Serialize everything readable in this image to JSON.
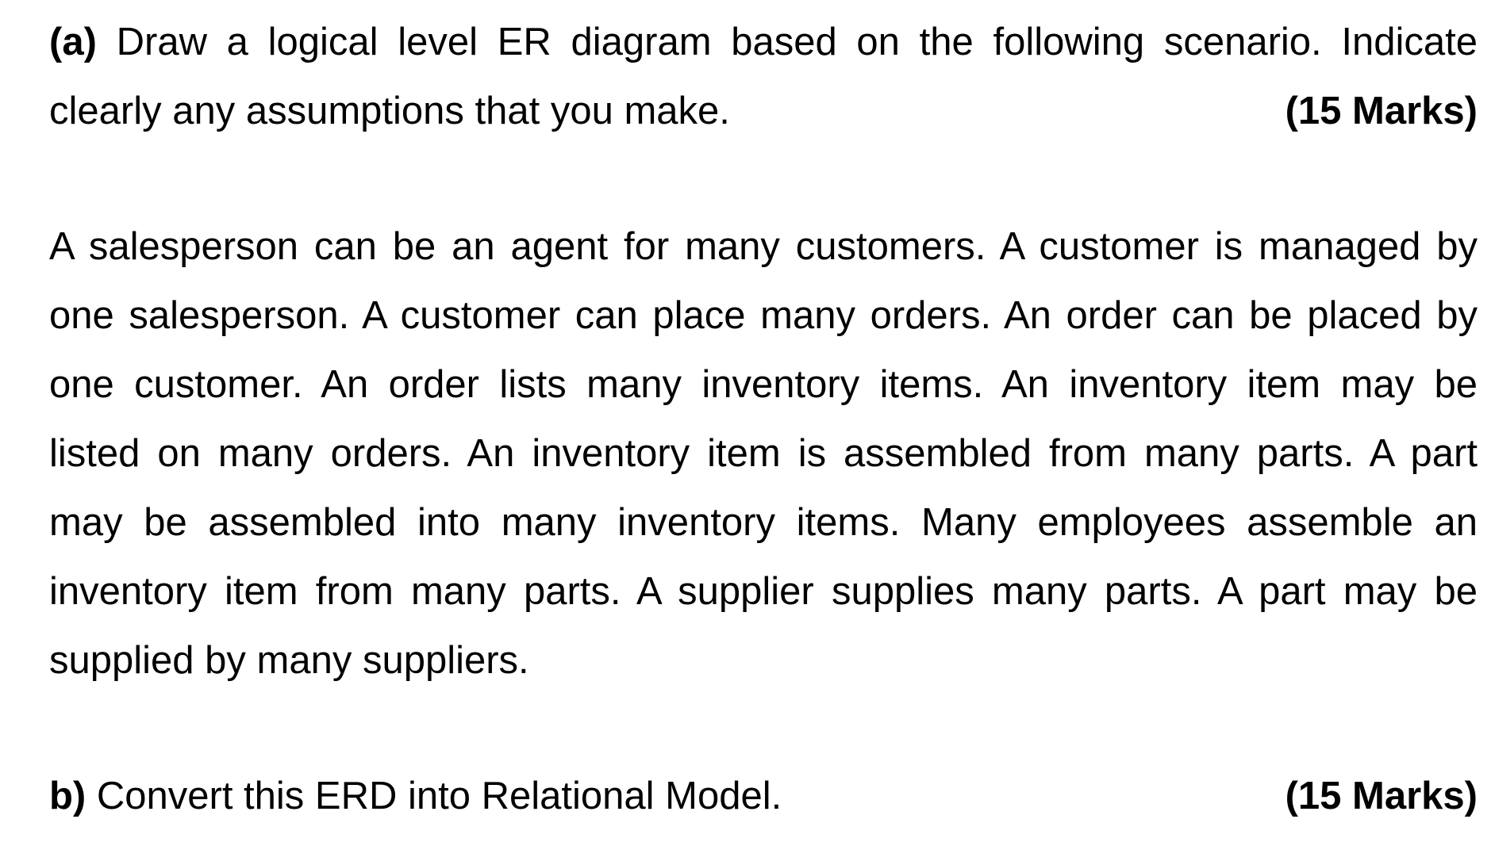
{
  "question_a": {
    "label": "(a)",
    "line1": "Draw a logical level ER diagram based on the following scenario. Indicate",
    "line2": "clearly any assumptions that you make.",
    "marks": "(15 Marks)"
  },
  "scenario": {
    "lines": [
      "A salesperson can be an agent for many customers. A customer is managed by",
      "one salesperson. A customer can place many orders. An order can be placed by",
      "one customer. An order lists many inventory items. An inventory item may be",
      "listed on many orders. An inventory item is assembled from many parts. A part",
      "may be assembled into many inventory items. Many employees assemble an",
      "inventory item from many parts. A supplier supplies many parts. A part may be",
      "supplied by many suppliers."
    ]
  },
  "question_b": {
    "label": "b)",
    "text": "Convert this ERD into Relational Model.",
    "marks": "(15 Marks)"
  }
}
